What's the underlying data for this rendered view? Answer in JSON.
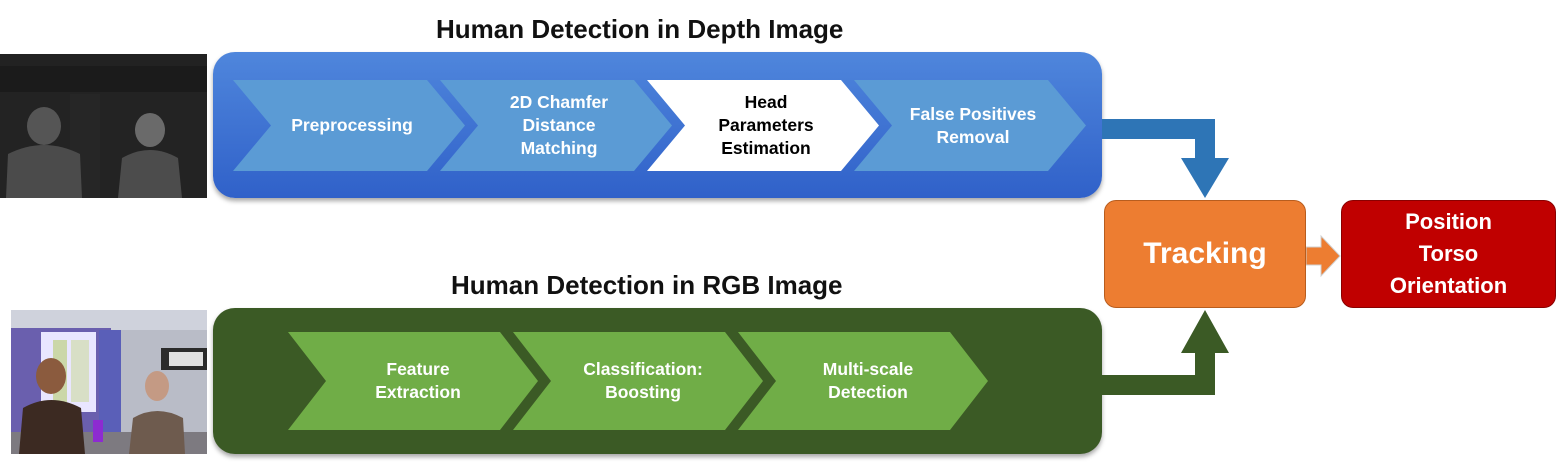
{
  "depth_section": {
    "title": "Human Detection in Depth Image",
    "steps": [
      "Preprocessing",
      "2D Chamfer\nDistance\nMatching",
      "Head\nParameters\nEstimation",
      "False Positives\nRemoval"
    ]
  },
  "rgb_section": {
    "title": "Human Detection in RGB Image",
    "steps": [
      "Feature\nExtraction",
      "Classification:\nBoosting",
      "Multi-scale\nDetection"
    ]
  },
  "tracking": {
    "label": "Tracking"
  },
  "output": {
    "label": "Position\nTorso\nOrientation"
  },
  "colors": {
    "depth_panel": "#3d6fd1",
    "depth_chevron": "#5b9bd5",
    "highlight_chevron": "#ffffff",
    "rgb_panel": "#3b5a25",
    "rgb_chevron": "#70ad47",
    "depth_arrow": "#2e75b6",
    "rgb_arrow": "#3b5a25",
    "tracking": "#ed7d31",
    "output": "#c00000"
  }
}
